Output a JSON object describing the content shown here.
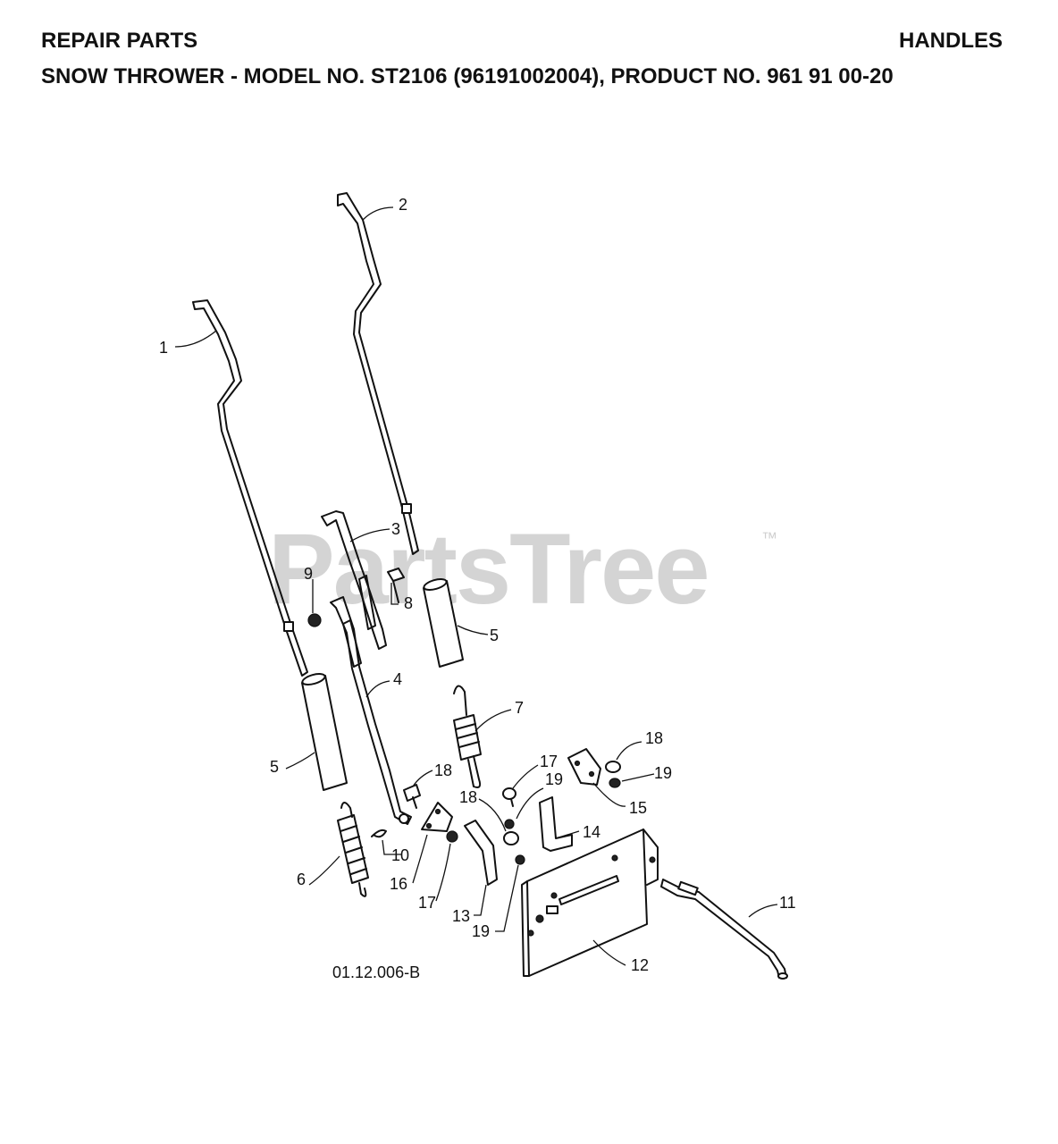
{
  "header": {
    "title_left": "REPAIR PARTS",
    "title_right": "HANDLES",
    "subtitle_prefix": "SNOW THROWER - MODEL NO. ",
    "subtitle_model": "ST2106",
    "subtitle_suffix": " (96191002004), PRODUCT NO. 961 91 00-20"
  },
  "watermark": {
    "text": "PartsTree",
    "mark": "™"
  },
  "drawing_code": "01.12.006-B",
  "callouts": {
    "c1": "1",
    "c2": "2",
    "c3": "3",
    "c4": "4",
    "c5a": "5",
    "c5b": "5",
    "c6": "6",
    "c7": "7",
    "c8": "8",
    "c9": "9",
    "c10": "10",
    "c11": "11",
    "c12": "12",
    "c13": "13",
    "c14": "14",
    "c15": "15",
    "c16": "16",
    "c17a": "17",
    "c17b": "17",
    "c18a": "18",
    "c18b": "18",
    "c18c": "18",
    "c19a": "19",
    "c19b": "19",
    "c19c": "19"
  }
}
